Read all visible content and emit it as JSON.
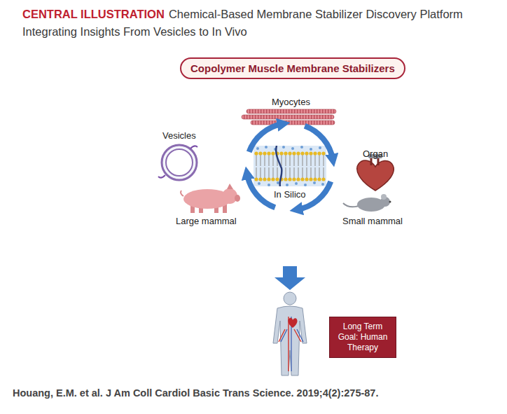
{
  "diagram": {
    "title": "Chemical-Based Membrane Stabilizer Discovery Platform Integrating Insights From Vesicles to In Vivo",
    "caption": "Houang, E.M. et al. J Am Coll Cardiol Basic Trans Science. 2019;4(2):275-87.",
    "nodes": [
      {
        "text": [
          "Copolymer Muscle Membrane Stabilizers"
        ]
      },
      {
        "text": [
          "Myocytes",
          "Vesicles",
          "Organ",
          "In Silico",
          "Large mammal",
          "Small mammal"
        ]
      },
      {
        "text": [
          "Long Term Goal: Human Therapy"
        ]
      }
    ],
    "labels": [
      "CENTRAL ILLUSTRATION"
    ]
  }
}
